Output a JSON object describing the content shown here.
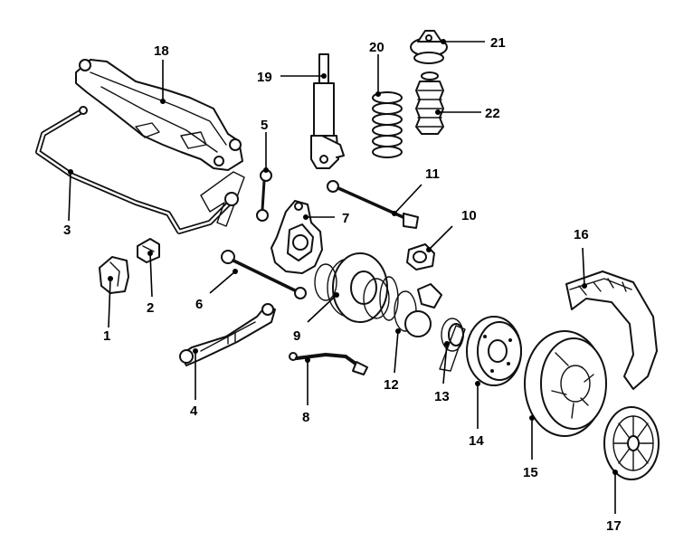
{
  "callouts": [
    {
      "id": "1",
      "text": "1"
    },
    {
      "id": "2",
      "text": "2"
    },
    {
      "id": "3",
      "text": "3"
    },
    {
      "id": "4",
      "text": "4"
    },
    {
      "id": "5",
      "text": "5"
    },
    {
      "id": "6",
      "text": "6"
    },
    {
      "id": "7",
      "text": "7"
    },
    {
      "id": "8",
      "text": "8"
    },
    {
      "id": "9",
      "text": "9"
    },
    {
      "id": "10",
      "text": "10"
    },
    {
      "id": "11",
      "text": "11"
    },
    {
      "id": "12",
      "text": "12"
    },
    {
      "id": "13",
      "text": "13"
    },
    {
      "id": "14",
      "text": "14"
    },
    {
      "id": "15",
      "text": "15"
    },
    {
      "id": "16",
      "text": "16"
    },
    {
      "id": "17",
      "text": "17"
    },
    {
      "id": "18",
      "text": "18"
    },
    {
      "id": "19",
      "text": "19"
    },
    {
      "id": "20",
      "text": "20"
    },
    {
      "id": "21",
      "text": "21"
    },
    {
      "id": "22",
      "text": "22"
    }
  ],
  "colors": {
    "line": "#111111",
    "background": "#ffffff"
  }
}
